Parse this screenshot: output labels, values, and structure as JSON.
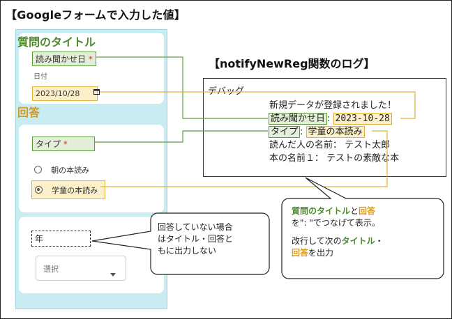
{
  "page_title": "【Googleフォームで入力した値】",
  "form": {
    "section_title": "質問のタイトル",
    "q1_label": "読み聞かせ日",
    "required_mark": "*",
    "date_caption": "日付",
    "date_value": "2023/10/28",
    "answer_title": "回答",
    "q2_label": "タイプ",
    "options": [
      "朝の本読み",
      "学童の本読み"
    ],
    "selected_option_index": 1,
    "q3_label": "年",
    "select_placeholder": "選択"
  },
  "log": {
    "title": "【notifyNewReg関数のログ】",
    "header": "デバッグ",
    "line1": "新規データが登録されました！",
    "line2_key": "読み聞かせ日",
    "line2_sep": ":",
    "line2_value": "2023-10-28",
    "line3_key": "タイプ",
    "line3_sep": ":",
    "line3_value": "学童の本読み",
    "line4": "読んだ人の名前： テスト太郎",
    "line5": "本の名前１： テストの素敵な本"
  },
  "callout_left": {
    "line1": "回答していない場合",
    "line2": "はタイトル・回答と",
    "line3": "もに出力しない"
  },
  "callout_right": {
    "p1_a": "質問のタイトル",
    "p1_b": "と",
    "p1_c": "回答",
    "p1_d": "を\": \"でつなげて表示。",
    "p2_a": "改行して次の",
    "p2_b": "タイトル",
    "p2_c": "・",
    "p2_d": "回答",
    "p2_e": "を出力"
  },
  "colors": {
    "green": "#4e8a2e",
    "orange": "#d99a1b",
    "form_bg": "#c9ecf2",
    "green_fill": "#e4efd9",
    "yellow_fill": "#fbf0c9"
  }
}
